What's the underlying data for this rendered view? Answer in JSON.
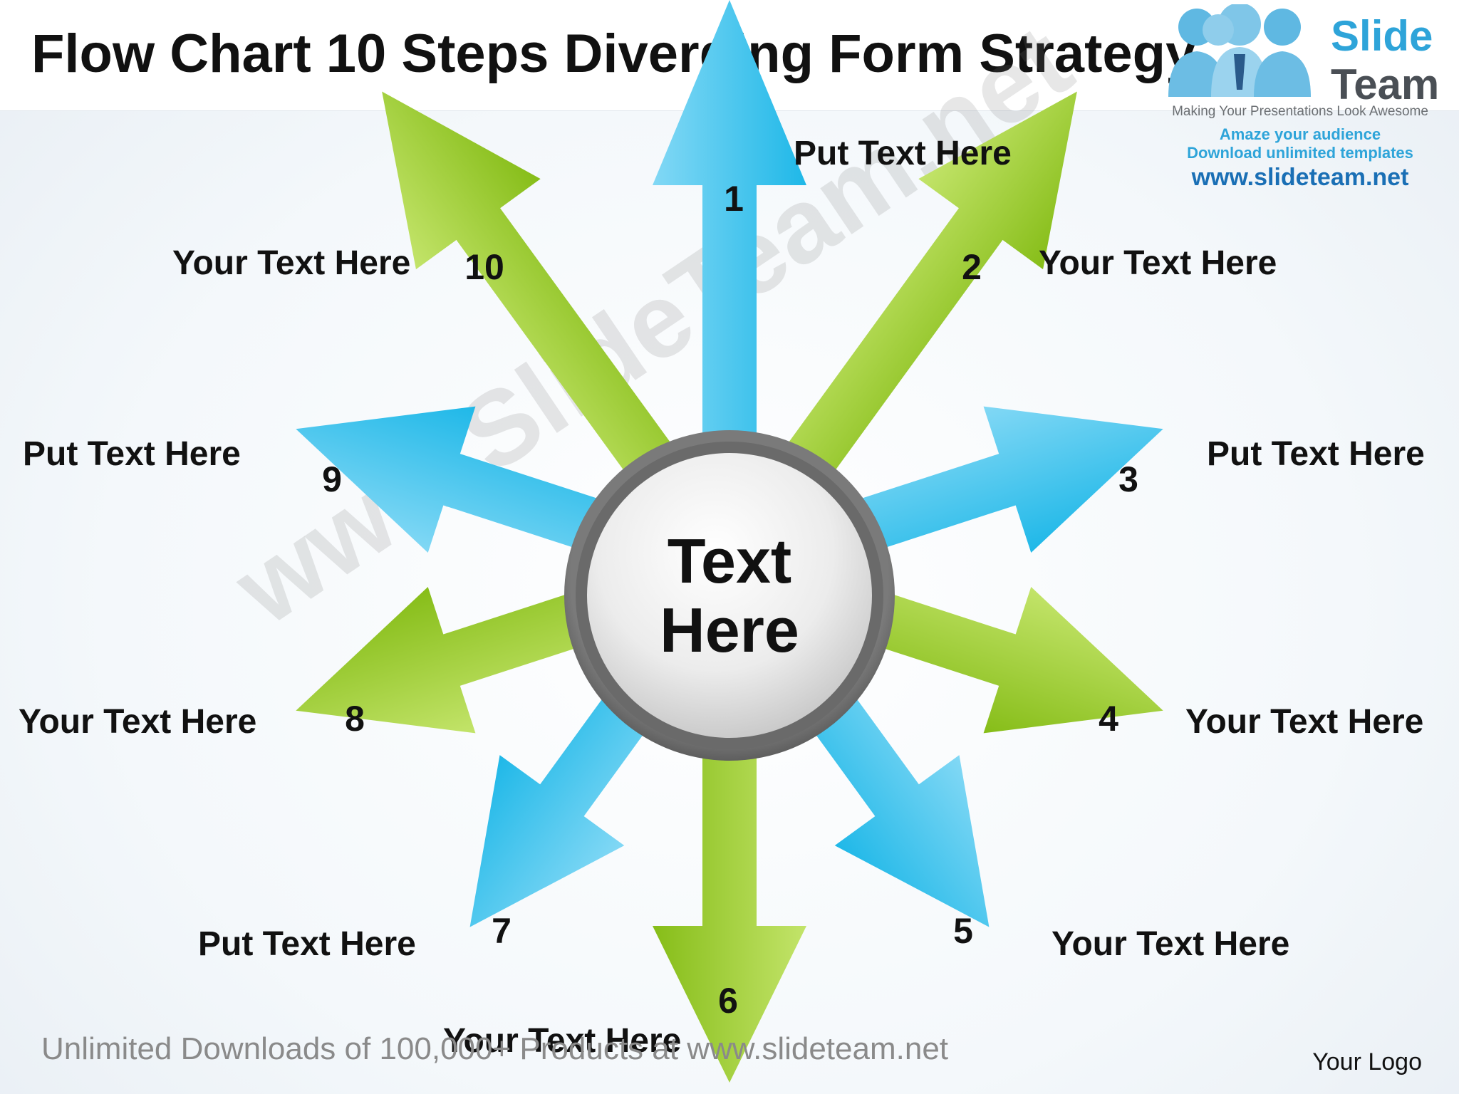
{
  "slide": {
    "title": "Flow Chart 10 Steps Diverging Form Strategy",
    "center_label": "Text Here",
    "center_line1": "Text",
    "center_line2": "Here"
  },
  "colors": {
    "blue_arrow": "#1fb8e8",
    "blue_arrow_light": "#7ad6f4",
    "green_arrow": "#8cc21b",
    "green_arrow_light": "#c3e46a",
    "center_ring": "#5a5a5a",
    "center_fill": "#e6e6e6",
    "brand_blue": "#2ea4d9"
  },
  "steps": [
    {
      "number": "1",
      "label": "Put Text Here",
      "color": "blue"
    },
    {
      "number": "2",
      "label": "Your Text Here",
      "color": "green"
    },
    {
      "number": "3",
      "label": "Put Text Here",
      "color": "blue"
    },
    {
      "number": "4",
      "label": "Your Text Here",
      "color": "green"
    },
    {
      "number": "5",
      "label": "Your Text Here",
      "color": "blue"
    },
    {
      "number": "6",
      "label": "Your Text Here",
      "color": "green"
    },
    {
      "number": "7",
      "label": "Put Text Here",
      "color": "blue"
    },
    {
      "number": "8",
      "label": "Your Text Here",
      "color": "green"
    },
    {
      "number": "9",
      "label": "Put Text Here",
      "color": "blue"
    },
    {
      "number": "10",
      "label": "Your Text Here",
      "color": "green"
    }
  ],
  "brand": {
    "slide_word": "Slide",
    "team_word": "Team",
    "tagline": "Making Your Presentations Look Awesome",
    "amaze": "Amaze your audience",
    "download": "Download unlimited templates",
    "url": "www.slideteam.net",
    "logo_icon": "people-group-icon"
  },
  "watermark": {
    "diagonal": "www.SlideTeam.net",
    "footer": "Unlimited Downloads of 100,000+ Products at www.slideteam.net"
  },
  "footer": {
    "your_logo": "Your Logo"
  }
}
